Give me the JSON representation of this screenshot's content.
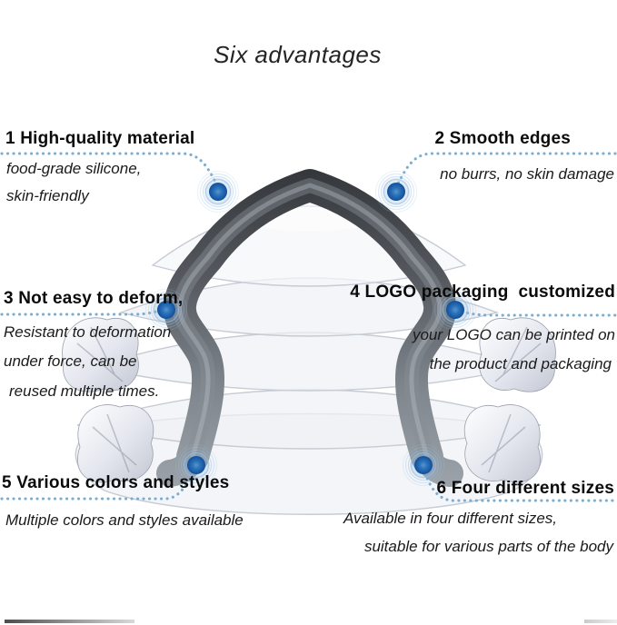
{
  "title": "Six advantages",
  "advantages": [
    {
      "heading": "1 High-quality material",
      "lines": [
        "food-grade silicone,",
        "skin-friendly"
      ]
    },
    {
      "heading": "2 Smooth edges",
      "lines": [
        "no burrs, no skin damage"
      ]
    },
    {
      "heading": "3 Not easy to deform,",
      "lines": [
        "Resistant to deformation",
        "under force, can be",
        "reused multiple times."
      ]
    },
    {
      "heading": "4 LOGO packaging  customized",
      "lines": [
        "your LOGO can be printed on",
        "the product and packaging"
      ]
    },
    {
      "heading": "5 Various colors and styles",
      "lines": [
        "Multiple colors and styles available"
      ]
    },
    {
      "heading": "6 Four different sizes",
      "lines": [
        "Available in four different sizes,",
        "suitable for various parts of the body"
      ]
    }
  ],
  "colors": {
    "marker_core": "#1a5aa6",
    "marker_rings": "#9cc2e2",
    "leader_dots": "#74a9cf",
    "band_dark": "#33373b",
    "band_light": "#9aa1a8",
    "text": "#0b0b0b"
  }
}
